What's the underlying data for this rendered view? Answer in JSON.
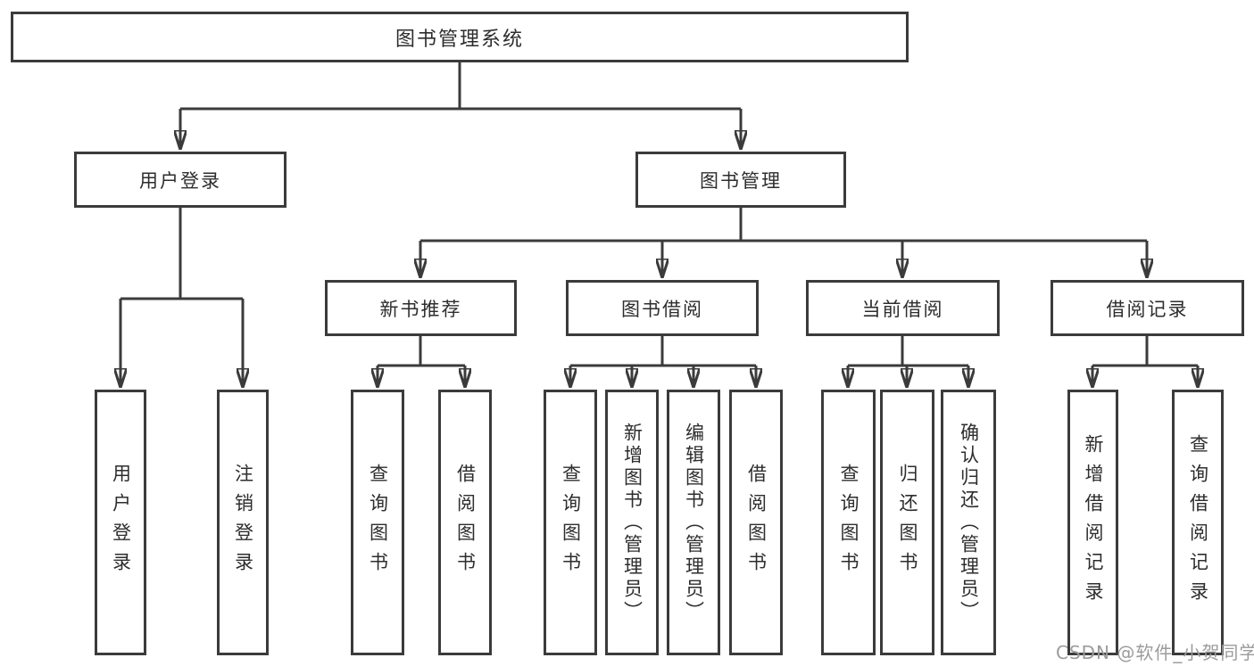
{
  "diagram": {
    "type": "tree",
    "root": {
      "label": "图书管理系统",
      "children": [
        {
          "label": "用户登录",
          "children": [
            {
              "label": "用户登录"
            },
            {
              "label": "注销登录"
            }
          ]
        },
        {
          "label": "图书管理",
          "children": [
            {
              "label": "新书推荐",
              "children": [
                {
                  "label": "查询图书"
                },
                {
                  "label": "借阅图书"
                }
              ]
            },
            {
              "label": "图书借阅",
              "children": [
                {
                  "label": "查询图书"
                },
                {
                  "label": "新增图书（管理员）"
                },
                {
                  "label": "编辑图书（管理员）"
                },
                {
                  "label": "借阅图书"
                }
              ]
            },
            {
              "label": "当前借阅",
              "children": [
                {
                  "label": "查询图书"
                },
                {
                  "label": "归还图书"
                },
                {
                  "label": "确认归还（管理员）"
                }
              ]
            },
            {
              "label": "借阅记录",
              "children": [
                {
                  "label": "新增借阅记录"
                },
                {
                  "label": "查询借阅记录"
                }
              ]
            }
          ]
        }
      ]
    }
  },
  "watermark": {
    "text": "CSDN @软件_小贺同学"
  },
  "colors": {
    "line": "#3b3b3b",
    "text": "#2d2d2d",
    "watermark": "#9b9b9b",
    "background": "#ffffff"
  }
}
